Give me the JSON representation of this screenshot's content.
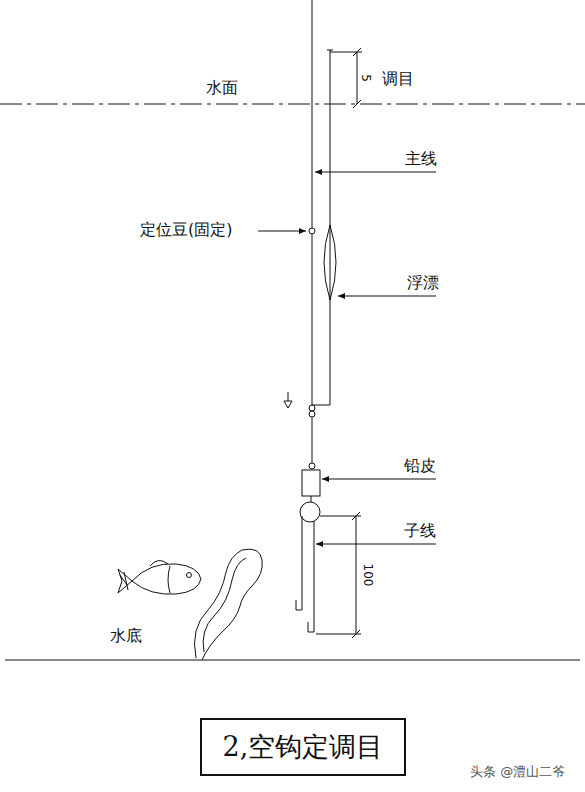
{
  "diagram": {
    "title": "2,空钩定调目",
    "labels": [
      "水面",
      "5",
      "调目",
      "主线",
      "定位豆(固定)",
      "浮漂",
      "铅皮",
      "子线",
      "100",
      "水底",
      "头条 @澧山二爷"
    ]
  }
}
